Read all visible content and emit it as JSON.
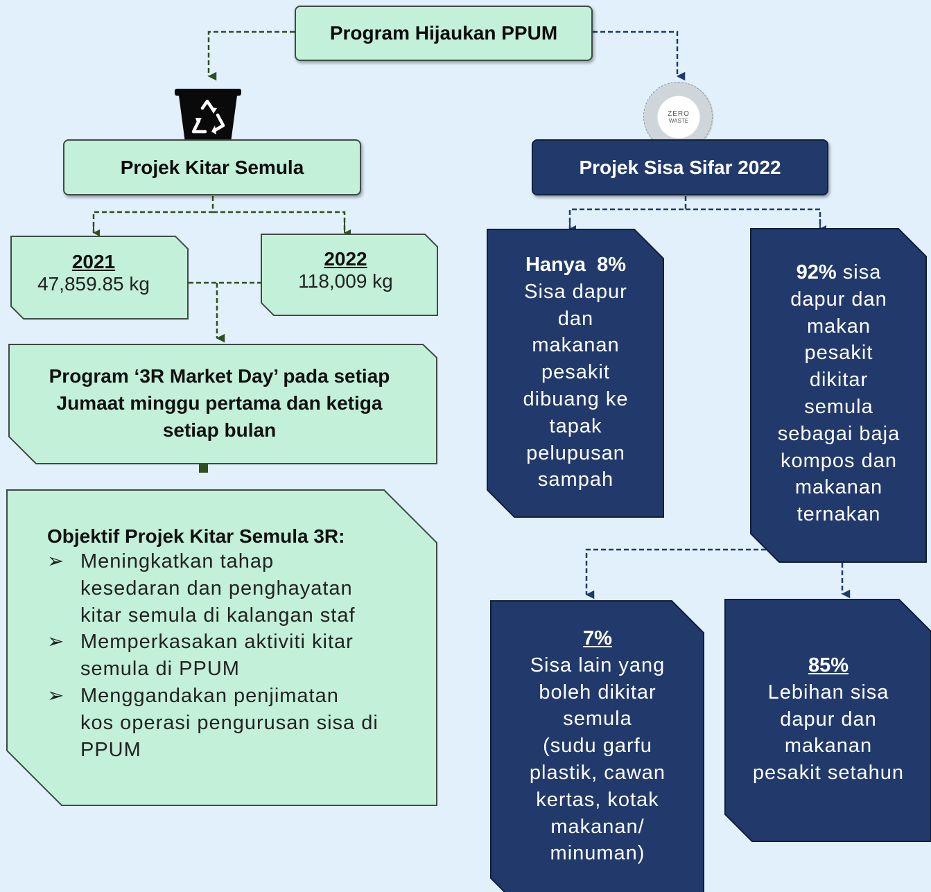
{
  "top": {
    "title": "Program Hijaukan PPUM"
  },
  "left_branch": {
    "title": "Projek Kitar Semula",
    "icon": "recycle-bin-icon",
    "years": [
      {
        "year": "2021",
        "value": "47,859.85 kg"
      },
      {
        "year": "2022",
        "value": "118,009 kg"
      }
    ],
    "market_day": [
      "Program ‘3R Market Day’ pada setiap",
      "Jumaat minggu pertama dan ketiga",
      "setiap bulan"
    ],
    "objective": {
      "heading": "Objektif Projek Kitar Semula 3R:",
      "items": [
        [
          "Meningkatkan tahap",
          "kesedaran dan penghayatan",
          "kitar semula di kalangan staf"
        ],
        [
          "Memperkasakan aktiviti kitar",
          "semula di PPUM"
        ],
        [
          "Menggandakan penjimatan",
          "kos operasi pengurusan sisa di",
          "PPUM"
        ]
      ]
    }
  },
  "right_branch": {
    "title": "Projek Sisa Sifar 2022",
    "logo_text": [
      "ZERO",
      "WASTE"
    ],
    "cards": {
      "hanya": {
        "pct": "Hanya  8%",
        "lines": [
          "Sisa dapur",
          "dan",
          "makanan",
          "pesakit",
          "dibuang ke",
          "tapak",
          "pelupusan",
          "sampah"
        ]
      },
      "recycled": {
        "pct": "92%",
        "first_rest": " sisa",
        "lines": [
          "dapur dan",
          "makan",
          "pesakit",
          "dikitar",
          "semula",
          "sebagai baja",
          "kompos dan",
          "makanan",
          "ternakan"
        ]
      },
      "other": {
        "pct": "7%",
        "lines": [
          "Sisa lain yang",
          "boleh dikitar",
          "semula",
          "(sudu garfu",
          "plastik, cawan",
          "kertas, kotak",
          "makanan/",
          "minuman)"
        ]
      },
      "excess": {
        "pct": "85%",
        "lines": [
          "Lebihan sisa",
          "dapur dan",
          "makanan",
          "pesakit setahun"
        ]
      }
    }
  },
  "colors": {
    "green_fill": "#c2f0d8",
    "navy_fill": "#223a6b",
    "background": "#e2f0fb",
    "green_arrow": "#2f4f1f",
    "navy_arrow": "#1f3a6b"
  }
}
